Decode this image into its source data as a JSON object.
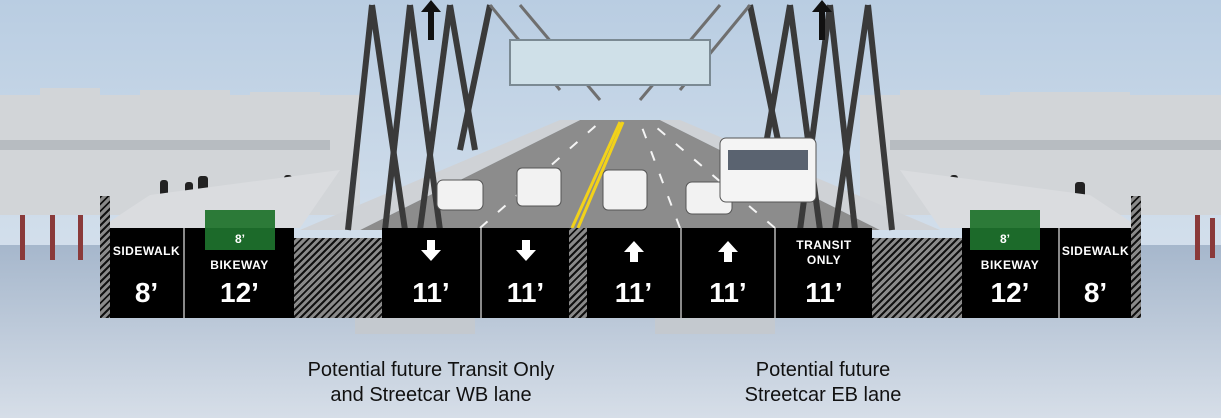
{
  "lanes": {
    "sidewalk_left": {
      "label": "SIDEWALK",
      "width": "8’"
    },
    "bikeway_left": {
      "tag": "8’",
      "label": "BIKEWAY",
      "width": "12’"
    },
    "lane_1": {
      "direction": "down",
      "width": "11’"
    },
    "lane_2": {
      "direction": "down",
      "width": "11’"
    },
    "lane_3": {
      "direction": "up",
      "width": "11’"
    },
    "lane_4": {
      "direction": "up",
      "width": "11’"
    },
    "lane_5": {
      "label_line1": "TRANSIT",
      "label_line2": "ONLY",
      "width": "11’"
    },
    "bikeway_right": {
      "tag": "8’",
      "label": "BIKEWAY",
      "width": "12’"
    },
    "sidewalk_right": {
      "label": "SIDEWALK",
      "width": "8’"
    }
  },
  "annotations": {
    "left": {
      "line1": "Potential future Transit Only",
      "line2": "and Streetcar WB lane"
    },
    "right": {
      "line1": "Potential future",
      "line2": "Streetcar EB lane"
    }
  },
  "colors": {
    "deck": "#000000",
    "bike_green": "#1c6a2a",
    "sky": "#c9d7e6",
    "water": "#b6c4d6",
    "road": "#8c8c8c"
  },
  "icons": [
    "down-arrow-icon",
    "up-arrow-icon",
    "pointer-arrow-icon"
  ]
}
